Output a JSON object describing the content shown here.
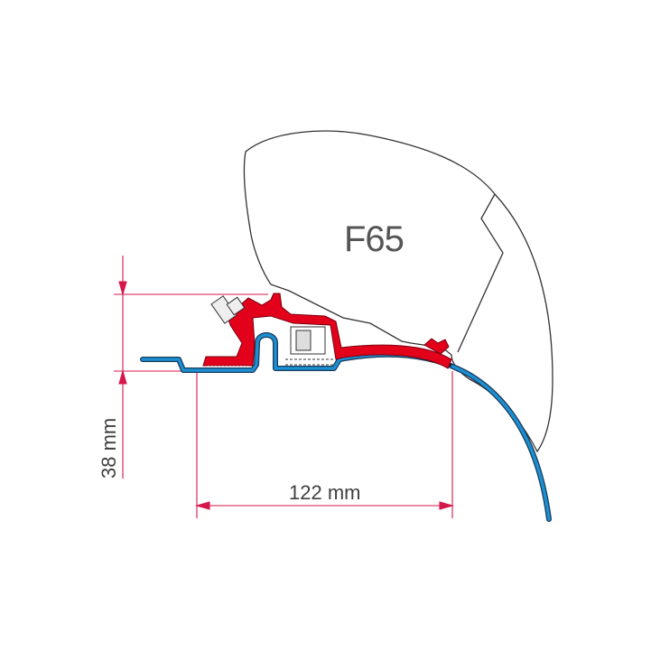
{
  "diagram": {
    "product_label": "F65",
    "dimensions": {
      "height": {
        "value": 38,
        "unit": "mm",
        "label": "38 mm"
      },
      "width": {
        "value": 122,
        "unit": "mm",
        "label": "122 mm"
      }
    },
    "components": [
      {
        "name": "awning-housing",
        "label": "F65",
        "color": "#ffffff",
        "outline": "#333333"
      },
      {
        "name": "adapter-bracket",
        "color": "#e2001a"
      },
      {
        "name": "vehicle-roof-rail",
        "color": "#1b8fd1"
      },
      {
        "name": "sealing-strip",
        "color": "#1a1a1a"
      }
    ],
    "colors": {
      "dimension_lines": "#d6174a",
      "bracket": "#e2001a",
      "rail": "#1b8fd1",
      "outline": "#333333"
    }
  }
}
